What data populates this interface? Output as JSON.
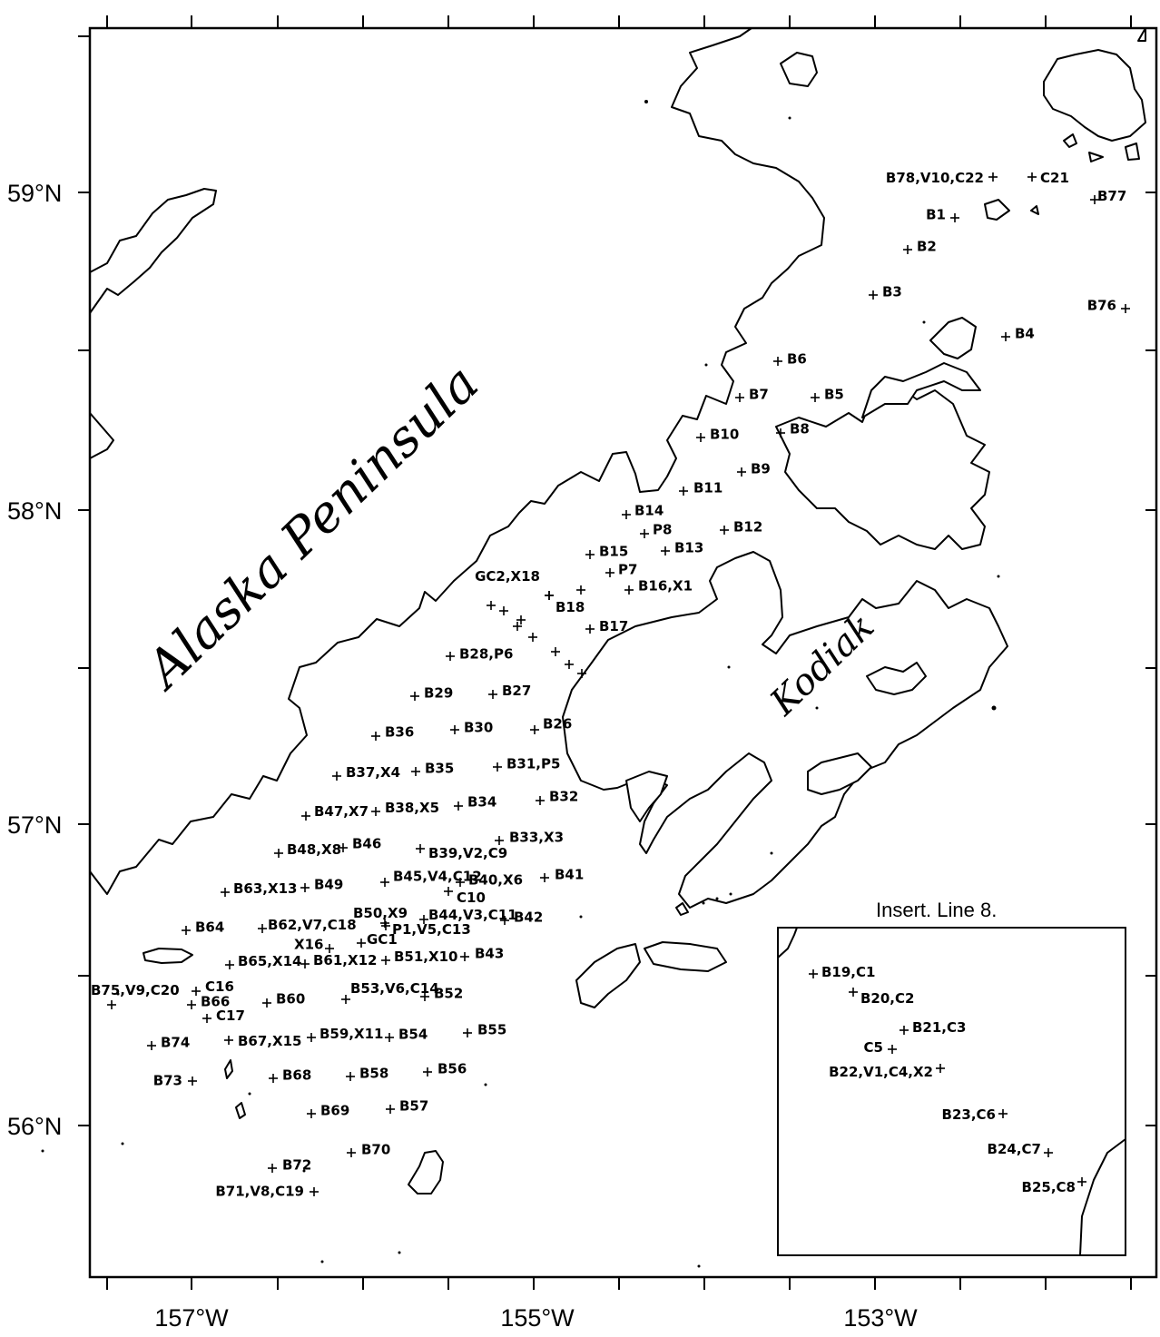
{
  "axes": {
    "lat_labels": [
      {
        "text": "59°N",
        "lat": 59
      },
      {
        "text": "58°N",
        "lat": 58
      },
      {
        "text": "57°N",
        "lat": 57
      },
      {
        "text": "56°N",
        "lat": 56
      }
    ],
    "lon_labels": [
      {
        "text": "157°W",
        "lon": -157
      },
      {
        "text": "155°W",
        "lon": -155
      },
      {
        "text": "153°W",
        "lon": -153
      }
    ]
  },
  "regions": {
    "peninsula": "Alaska Peninsula",
    "island": "Kodiak"
  },
  "inset": {
    "title": "Insert.  Line 8.",
    "stations": [
      {
        "label": "B19,C1"
      },
      {
        "label": "B20,C2"
      },
      {
        "label": "B21,C3"
      },
      {
        "label": "C5"
      },
      {
        "label": "B22,V1,C4,X2"
      },
      {
        "label": "B23,C6"
      },
      {
        "label": "B24,C7"
      },
      {
        "label": "B25,C8"
      }
    ]
  },
  "stations": [
    {
      "label": "B78,V10,C22"
    },
    {
      "label": "C21"
    },
    {
      "label": "B77"
    },
    {
      "label": "B1"
    },
    {
      "label": "B2"
    },
    {
      "label": "B3"
    },
    {
      "label": "B76"
    },
    {
      "label": "B4"
    },
    {
      "label": "B6"
    },
    {
      "label": "B7"
    },
    {
      "label": "B5"
    },
    {
      "label": "B10"
    },
    {
      "label": "B8"
    },
    {
      "label": "B9"
    },
    {
      "label": "B11"
    },
    {
      "label": "B14"
    },
    {
      "label": "P8"
    },
    {
      "label": "B12"
    },
    {
      "label": "B15"
    },
    {
      "label": "B13"
    },
    {
      "label": "GC2,X18"
    },
    {
      "label": "P7"
    },
    {
      "label": "B16,X1"
    },
    {
      "label": "B18"
    },
    {
      "label": "B17"
    },
    {
      "label": "B28,P6"
    },
    {
      "label": "B29"
    },
    {
      "label": "B27"
    },
    {
      "label": "B36"
    },
    {
      "label": "B30"
    },
    {
      "label": "B26"
    },
    {
      "label": "B37,X4"
    },
    {
      "label": "B35"
    },
    {
      "label": "B31,P5"
    },
    {
      "label": "B47,X7"
    },
    {
      "label": "B38,X5"
    },
    {
      "label": "B34"
    },
    {
      "label": "B32"
    },
    {
      "label": "B48,X8"
    },
    {
      "label": "B46"
    },
    {
      "label": "B39,V2,C9"
    },
    {
      "label": "B33,X3"
    },
    {
      "label": "B63,X13"
    },
    {
      "label": "B49"
    },
    {
      "label": "B45,V4,C12"
    },
    {
      "label": "B40,X6"
    },
    {
      "label": "C10"
    },
    {
      "label": "B41"
    },
    {
      "label": "B64"
    },
    {
      "label": "B62,V7,C18"
    },
    {
      "label": "B50,X9"
    },
    {
      "label": "P1,V5,C13"
    },
    {
      "label": "B44,V3,C11"
    },
    {
      "label": "B42"
    },
    {
      "label": "X16"
    },
    {
      "label": "GC1"
    },
    {
      "label": "B65,X14"
    },
    {
      "label": "B61,X12"
    },
    {
      "label": "B51,X10"
    },
    {
      "label": "B43"
    },
    {
      "label": "B75,V9,C20"
    },
    {
      "label": "C16"
    },
    {
      "label": "B66"
    },
    {
      "label": "C17"
    },
    {
      "label": "B60"
    },
    {
      "label": "B53,V6,C14"
    },
    {
      "label": "B52"
    },
    {
      "label": "B74"
    },
    {
      "label": "B67,X15"
    },
    {
      "label": "B59,X11"
    },
    {
      "label": "B54"
    },
    {
      "label": "B55"
    },
    {
      "label": "B73"
    },
    {
      "label": "B68"
    },
    {
      "label": "B58"
    },
    {
      "label": "B56"
    },
    {
      "label": "B69"
    },
    {
      "label": "B57"
    },
    {
      "label": "B72"
    },
    {
      "label": "B70"
    },
    {
      "label": "B71,V8,C19"
    }
  ]
}
